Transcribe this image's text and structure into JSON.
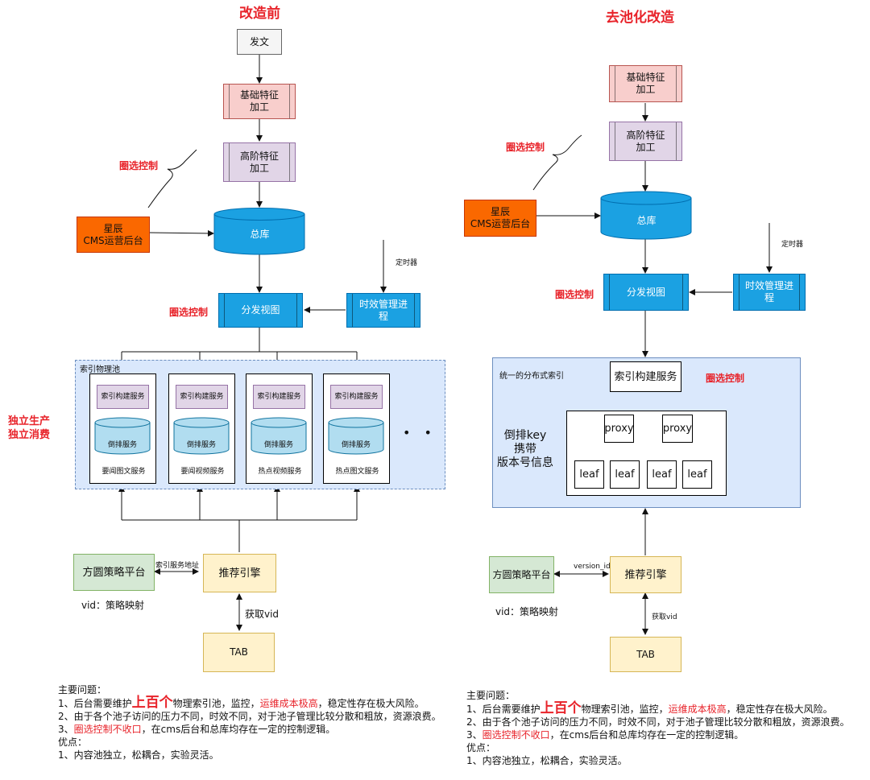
{
  "left": {
    "title": "改造前",
    "post": "发文",
    "basic_feature_1": "基础特征",
    "basic_feature_2": "加工",
    "high_feature_1": "高阶特征",
    "high_feature_2": "加工",
    "circle_control_top": "圈选控制",
    "cms_1": "星辰",
    "cms_2": "CMS运营后台",
    "total_db": "总库",
    "timer": "定时器",
    "circle_control_mid": "圈选控制",
    "dist_view": "分发视图",
    "timeliness_1": "时效管理进",
    "timeliness_2": "程",
    "pool_label": "索引物理池",
    "independent_1": "独立生产",
    "independent_2": "独立消费",
    "pools": [
      {
        "build": "索引构建服务",
        "inverted": "倒排服务",
        "name": "要闻图文服务"
      },
      {
        "build": "索引构建服务",
        "inverted": "倒排服务",
        "name": "要闻视频服务"
      },
      {
        "build": "索引构建服务",
        "inverted": "倒排服务",
        "name": "热点视频服务"
      },
      {
        "build": "索引构建服务",
        "inverted": "倒排服务",
        "name": "热点图文服务"
      }
    ],
    "ellipsis": "•  •",
    "strategy": "方圆策略平台",
    "addr_label": "索引服务地址",
    "rec_engine": "推荐引擎",
    "vid_map": "vid：策略映射",
    "get_vid": "获取vid",
    "tab": "TAB",
    "notes": {
      "heading": "主要问题：",
      "l1_a": "1、后台需要维护",
      "l1_b": "上百个",
      "l1_c": "物理索引池，监控，",
      "l1_d": "运维成本极高",
      "l1_e": "，稳定性存在极大风险。",
      "l2": "2、由于各个池子访问的压力不同，时效不同，对于池子管理比较分散和粗放，资源浪费。",
      "l3_a": "3、",
      "l3_b": "圈选控制不收口",
      "l3_c": "，在cms后台和总库均存在一定的控制逻辑。",
      "adv": "优点：",
      "adv1": "1、内容池独立，松耦合，实验灵活。"
    }
  },
  "right": {
    "title": "去池化改造",
    "basic_feature_1": "基础特征",
    "basic_feature_2": "加工",
    "high_feature_1": "高阶特征",
    "high_feature_2": "加工",
    "circle_control_top": "圈选控制",
    "cms_1": "星辰",
    "cms_2": "CMS运营后台",
    "total_db": "总库",
    "timer": "定时器",
    "circle_control_mid": "圈选控制",
    "dist_view": "分发视图",
    "timeliness_1": "时效管理进",
    "timeliness_2": "程",
    "unified_label": "统一的分布式索引",
    "index_build": "索引构建服务",
    "circle_control_index": "圈选控制",
    "inverted_1": "倒排key",
    "inverted_2": "携带",
    "inverted_3": "版本号信息",
    "proxy_1": "proxy",
    "proxy_2": "proxy",
    "leaves": [
      "leaf",
      "leaf",
      "leaf",
      "leaf"
    ],
    "strategy": "方圆策略平台",
    "version_label": "version_id",
    "rec_engine": "推荐引擎",
    "vid_map": "vid：策略映射",
    "get_vid": "获取vid",
    "tab": "TAB",
    "notes": {
      "heading": "主要问题：",
      "l1_a": "1、后台需要维护",
      "l1_b": "上百个",
      "l1_c": "物理索引池，监控，",
      "l1_d": "运维成本极高",
      "l1_e": "，稳定性存在极大风险。",
      "l2": "2、由于各个池子访问的压力不同，时效不同，对于池子管理比较分散和粗放，资源浪费。",
      "l3_a": "3、",
      "l3_b": "圈选控制不收口",
      "l3_c": "，在cms后台和总库均存在一定的控制逻辑。",
      "adv": "优点：",
      "adv1": "1、内容池独立，松耦合，实验灵活。"
    }
  },
  "colors": {
    "accent_red": "#e8232a",
    "db_blue": "#1ba1e2",
    "cms_orange": "#fa6800",
    "pink": "#f8cecc",
    "purple": "#e1d5e7",
    "pool_bg": "#dae8fc",
    "inverted_cyan": "#b1ddf0",
    "green": "#d5e8d4",
    "yellow": "#fff2cc"
  }
}
